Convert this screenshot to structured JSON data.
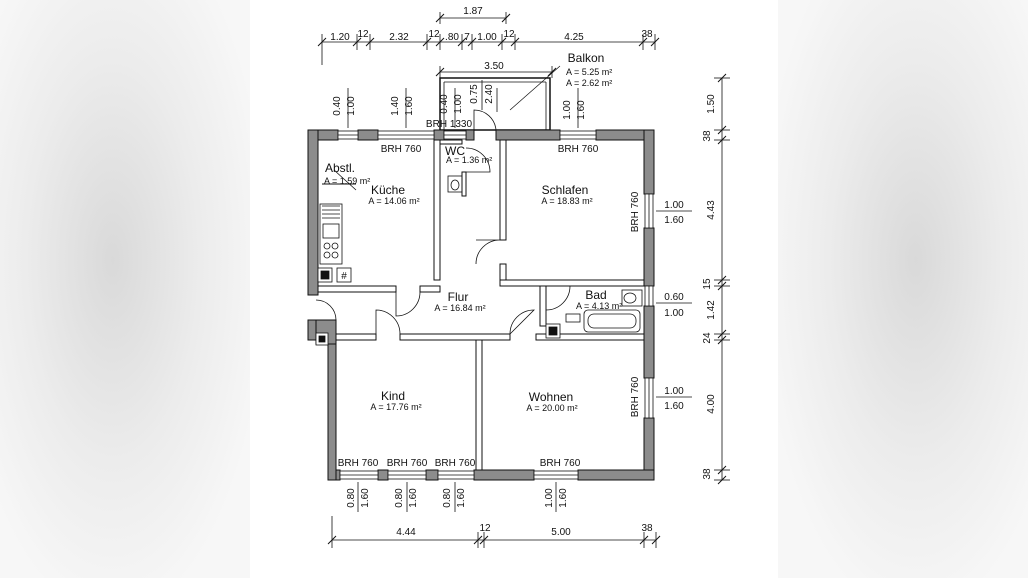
{
  "rooms": {
    "balkon": {
      "name": "Balkon",
      "area1": "A = 5.25 m²",
      "area2": "A = 2.62 m²"
    },
    "wc": {
      "name": "WC",
      "area": "A = 1.36 m²"
    },
    "abstl": {
      "name": "Abstl.",
      "area": "A = 1.59 m²"
    },
    "kueche": {
      "name": "Küche",
      "area": "A = 14.06 m²"
    },
    "schlafen": {
      "name": "Schlafen",
      "area": "A = 18.83 m²"
    },
    "flur": {
      "name": "Flur",
      "area": "A = 16.84 m²"
    },
    "bad": {
      "name": "Bad",
      "area": "A = 4.13 m²"
    },
    "kind": {
      "name": "Kind",
      "area": "A = 17.76 m²"
    },
    "wohnen": {
      "name": "Wohnen",
      "area": "A = 20.00 m²"
    }
  },
  "brh": {
    "top_kitchen": "BRH 760",
    "top_wc": "BRH 1330",
    "top_schlafen": "BRH 760",
    "schlafen_right": "BRH 760",
    "wohnen_right": "BRH 760",
    "bottom_1": "BRH 760",
    "bottom_2": "BRH 760",
    "bottom_3": "BRH 760",
    "bottom_4": "BRH 760"
  },
  "top_dims": {
    "overall_1": "1.87",
    "d1": "1.20",
    "d2": "12",
    "d3": "2.32",
    "d4": "12",
    "d5": ".80",
    "d6": "7",
    "d7": "1.00",
    "d8": "12",
    "d9": "4.25",
    "d10": "38",
    "balcony_width": "3.50"
  },
  "window_heights": {
    "w1a": "0.40",
    "w1b": "1.00",
    "w2a": "1.40",
    "w2b": "1.60",
    "w3a": "0.40",
    "w3b": "1.00",
    "w4a": "0.75",
    "w4b": "2.40",
    "w5a": "1.00",
    "w5b": "1.60",
    "b1a": "0.80",
    "b1b": "1.60",
    "b2a": "0.80",
    "b2b": "1.60",
    "b3a": "0.80",
    "b3b": "1.60",
    "b4a": "1.00",
    "b4b": "1.60"
  },
  "right_window_dims": {
    "schlafen_a": "1.00",
    "schlafen_b": "1.60",
    "bad_a": "0.60",
    "bad_b": "1.00",
    "wohnen_a": "1.00",
    "wohnen_b": "1.60"
  },
  "right_dims": {
    "r1": "1.50",
    "r2": "38",
    "r3": "4.43",
    "r4": "15",
    "r5": "1.42",
    "r6": "24",
    "r7": "4.00",
    "r8": "38"
  },
  "bottom_dims": {
    "b1": "4.44",
    "b2": "12",
    "b3": "5.00",
    "b4": "38"
  },
  "hash_symbol": "#"
}
